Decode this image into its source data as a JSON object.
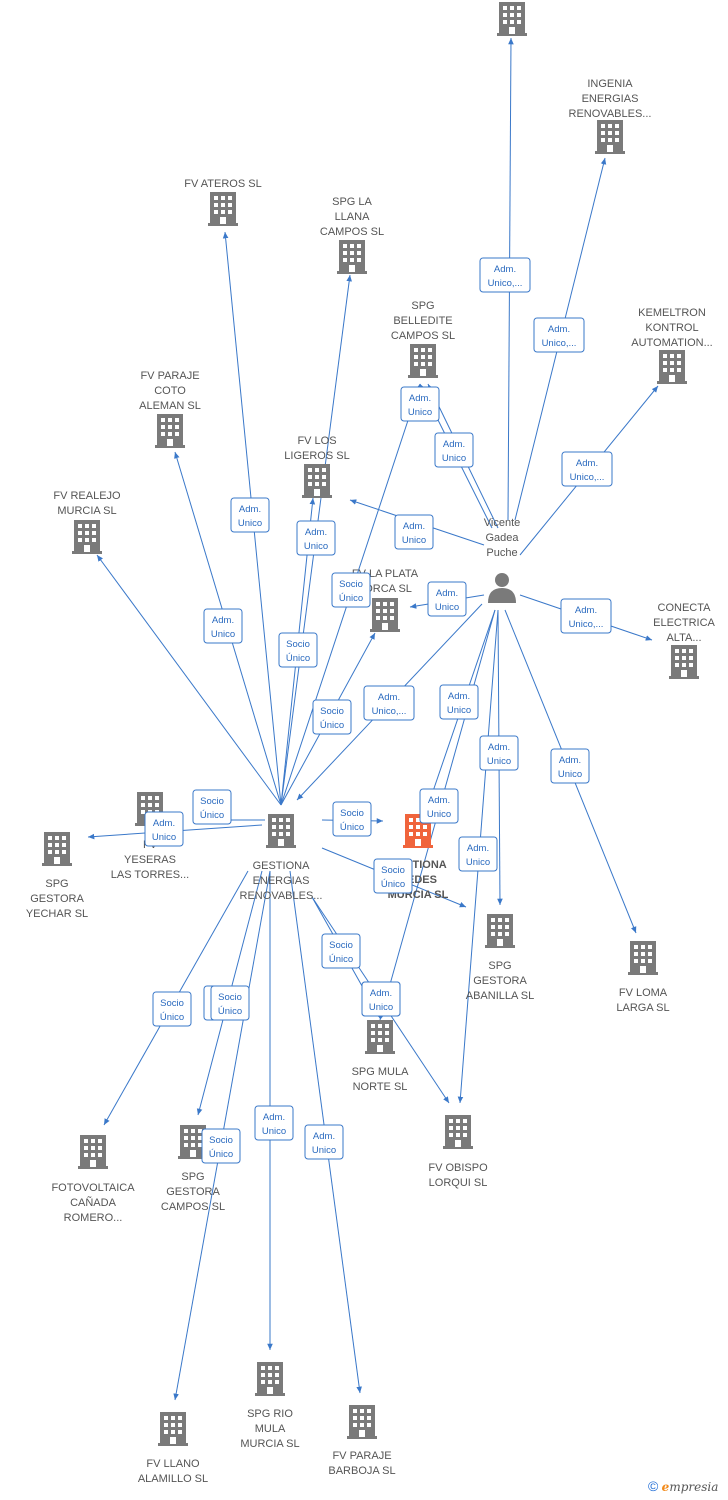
{
  "colors": {
    "edge": "#3a78c9",
    "building": "#7a7a7a",
    "highlight": "#f0643c",
    "text": "#555555"
  },
  "person": {
    "lines": [
      "Vicente",
      "Gadea",
      "Puche"
    ],
    "icon": "person-icon"
  },
  "companies": [
    {
      "id": "top",
      "lines": []
    },
    {
      "id": "ingenia",
      "lines": [
        "INGENIA",
        "ENERGIAS",
        "RENOVABLES..."
      ]
    },
    {
      "id": "fvateros",
      "lines": [
        "FV ATEROS  SL"
      ]
    },
    {
      "id": "spgllana",
      "lines": [
        "SPG LA",
        "LLANA",
        "CAMPOS  SL"
      ]
    },
    {
      "id": "spgbelledite",
      "lines": [
        "SPG",
        "BELLEDITE",
        "CAMPOS  SL"
      ]
    },
    {
      "id": "kemeltron",
      "lines": [
        "KEMELTRON",
        "KONTROL",
        "AUTOMATION..."
      ]
    },
    {
      "id": "fvcoto",
      "lines": [
        "FV PARAJE",
        "COTO",
        "ALEMAN  SL"
      ]
    },
    {
      "id": "fvligeros",
      "lines": [
        "FV LOS",
        "LIGEROS  SL"
      ]
    },
    {
      "id": "fvrealejo",
      "lines": [
        "FV REALEJO",
        "MURCIA  SL"
      ]
    },
    {
      "id": "fvlaplata",
      "lines": [
        "FV LA PLATA",
        "LORCA  SL"
      ]
    },
    {
      "id": "conecta",
      "lines": [
        "CONECTA",
        "ELECTRICA",
        "ALTA..."
      ]
    },
    {
      "id": "fvyeseras",
      "lines": [
        "FV",
        "YESERAS",
        "LAS TORRES..."
      ]
    },
    {
      "id": "spgyechar",
      "lines": [
        "SPG",
        "GESTORA",
        "YECHAR  SL"
      ]
    },
    {
      "id": "gestiona",
      "lines": [
        "GESTIONA",
        "ENERGIAS",
        "RENOVABLES..."
      ]
    },
    {
      "id": "gestionaredes",
      "lines": [
        "GESTIONA",
        "REDES",
        "MURCIA  SL"
      ],
      "highlight": true
    },
    {
      "id": "spgabanilla",
      "lines": [
        "SPG",
        "GESTORA",
        "ABANILLA  SL"
      ]
    },
    {
      "id": "fvloma",
      "lines": [
        "FV LOMA",
        "LARGA  SL"
      ]
    },
    {
      "id": "spgmula",
      "lines": [
        "SPG MULA",
        "NORTE  SL"
      ]
    },
    {
      "id": "fotovoltaica",
      "lines": [
        "FOTOVOLTAICA",
        "CAÑADA",
        "ROMERO..."
      ]
    },
    {
      "id": "spgcampos",
      "lines": [
        "SPG",
        "GESTORA",
        "CAMPOS  SL"
      ]
    },
    {
      "id": "fvobispo",
      "lines": [
        "FV OBISPO",
        "LORQUI  SL"
      ]
    },
    {
      "id": "spgrio",
      "lines": [
        "SPG RIO",
        "MULA",
        "MURCIA  SL"
      ]
    },
    {
      "id": "fvllano",
      "lines": [
        "FV LLANO",
        "ALAMILLO  SL"
      ]
    },
    {
      "id": "fvbarboja",
      "lines": [
        "FV PARAJE",
        "BARBOJA  SL"
      ]
    }
  ],
  "roles": [
    {
      "lines": [
        "Adm.",
        "Unico,..."
      ]
    },
    {
      "lines": [
        "Adm.",
        "Unico,..."
      ]
    },
    {
      "lines": [
        "Adm.",
        "Unico,..."
      ]
    },
    {
      "lines": [
        "Adm.",
        "Unico"
      ]
    },
    {
      "lines": [
        "Adm.",
        "Unico"
      ]
    },
    {
      "lines": [
        "Adm.",
        "Unico"
      ]
    },
    {
      "lines": [
        "Adm.",
        "Unico"
      ]
    },
    {
      "lines": [
        "Adm.",
        "Unico,..."
      ]
    },
    {
      "lines": [
        "Adm.",
        "Unico,..."
      ]
    },
    {
      "lines": [
        "Adm.",
        "Unico"
      ]
    },
    {
      "lines": [
        "Adm.",
        "Unico"
      ]
    },
    {
      "lines": [
        "Adm.",
        "Unico"
      ]
    },
    {
      "lines": [
        "Adm.",
        "Unico"
      ]
    },
    {
      "lines": [
        "Adm.",
        "Unico"
      ]
    },
    {
      "lines": [
        "Adm.",
        "Unico"
      ]
    },
    {
      "lines": [
        "Adm.",
        "Unico"
      ]
    },
    {
      "lines": [
        "Socio",
        "Único"
      ]
    },
    {
      "lines": [
        "Adm.",
        "Unico"
      ]
    },
    {
      "lines": [
        "Socio",
        "Único"
      ]
    },
    {
      "lines": [
        "Socio",
        "Único"
      ]
    },
    {
      "lines": [
        "Socio",
        "Único"
      ]
    },
    {
      "lines": [
        "Socio",
        "Único"
      ]
    },
    {
      "lines": [
        "Adm.",
        "Unico"
      ]
    },
    {
      "lines": [
        "Socio",
        "Único"
      ]
    },
    {
      "lines": [
        "Socio",
        "Único"
      ]
    },
    {
      "lines": [
        "Socio",
        "Único"
      ]
    },
    {
      "lines": [
        "Socio",
        "Único"
      ]
    },
    {
      "lines": [
        "Socio",
        "Único"
      ]
    },
    {
      "lines": [
        "Socio",
        "Único"
      ]
    },
    {
      "lines": [
        "Adm.",
        "Unico"
      ]
    },
    {
      "lines": [
        "Socio",
        "Único"
      ]
    },
    {
      "lines": [
        "Adm.",
        "Unico"
      ]
    },
    {
      "lines": [
        "Adm.",
        "Unico"
      ]
    }
  ],
  "footer": {
    "copyright": "©",
    "brand_e": "e",
    "brand_rest": "mpresia"
  }
}
